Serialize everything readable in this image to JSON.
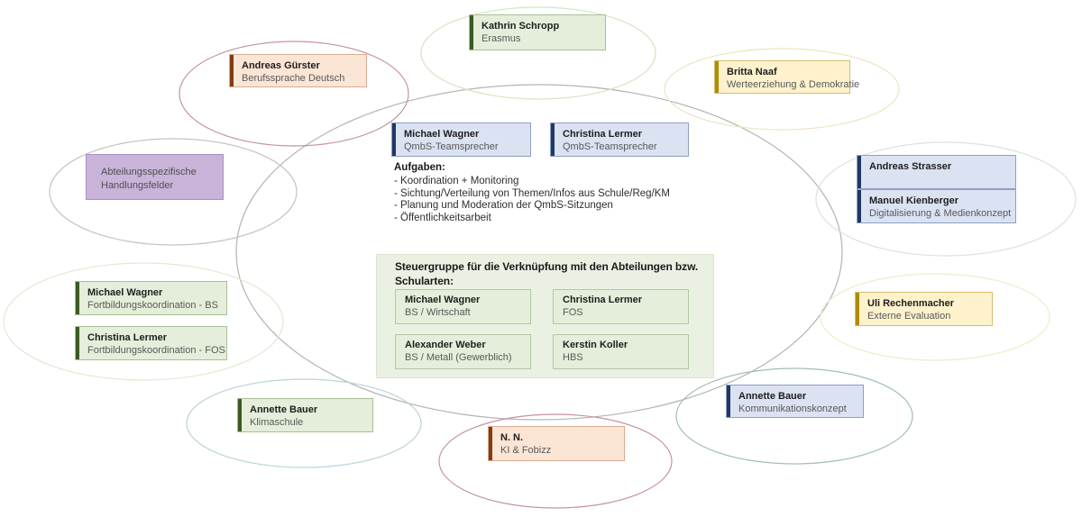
{
  "palette": {
    "boxes": {
      "green_fill": "#e4eeda",
      "green_bar": "#3a5b22",
      "green_border": "#a9bf95",
      "blue_fill": "#dbe2f2",
      "blue_bar": "#203864",
      "blue_border": "#8f9fc4",
      "peach_fill": "#fbe5d5",
      "peach_bar": "#843c0c",
      "peach_border": "#d9ab90",
      "yellow_fill": "#fdf2cc",
      "yellow_bar": "#b08a00",
      "yellow_border": "#d5bd6e",
      "purple_fill": "#c9b3d9",
      "purple_border": "#ab8ec6",
      "panel_fill": "#eaf1e3",
      "panel_border": "#d8e4cc",
      "inner_green_border": "#b3c7a1"
    },
    "ellipses": {
      "big": "#b3b3b3",
      "guerster": "#c5949b",
      "schropp": "#d7e4c4",
      "naaf": "#ece4c2",
      "abteilung": "#c3c3c3",
      "strasser": "#d9e3db",
      "fortbildung": "#e1ead1",
      "uli": "#f2ebc9",
      "klimaschule": "#bad3da",
      "nn": "#c5949b",
      "kommunikation": "#a3bcbe"
    }
  },
  "center": {
    "speakers": [
      {
        "name": "Michael Wagner",
        "role": "QmbS-Teamsprecher"
      },
      {
        "name": "Christina Lermer",
        "role": "QmbS-Teamsprecher"
      }
    ],
    "tasks_title": "Aufgaben:",
    "tasks": [
      "- Koordination + Monitoring",
      "- Sichtung/Verteilung von Themen/Infos aus Schule/Reg/KM",
      "- Planung und Moderation der QmbS-Sitzungen",
      "- Öffentlichkeitsarbeit"
    ],
    "steering": {
      "title": "Steuergruppe für die Verknüpfung mit den Abteilungen bzw. Schularten:",
      "members": [
        {
          "name": "Michael Wagner",
          "role": "BS / Wirtschaft"
        },
        {
          "name": "Christina Lermer",
          "role": "FOS"
        },
        {
          "name": "Alexander Weber",
          "role": "BS / Metall (Gewerblich)"
        },
        {
          "name": "Kerstin Koller",
          "role": "HBS"
        }
      ]
    }
  },
  "satellites": {
    "kathrin_schropp": {
      "name": "Kathrin Schropp",
      "role": "Erasmus"
    },
    "andreas_guerster": {
      "name": "Andreas Gürster",
      "role": "Berufssprache Deutsch"
    },
    "britta_naaf": {
      "name": "Britta Naaf",
      "role": "Werteerziehung & Demokratie"
    },
    "abteilungsspezifisch": {
      "label": "Abteilungsspezifische Handlungsfelder"
    },
    "andreas_strasser": {
      "name": "Andreas Strasser"
    },
    "manuel_kienberger": {
      "name": "Manuel Kienberger",
      "role": "Digitalisierung & Medienkonzept"
    },
    "michael_wagner_fortbildung": {
      "name": "Michael Wagner",
      "role": "Fortbildungskoordination - BS"
    },
    "christina_lermer_fortbildung": {
      "name": "Christina Lermer",
      "role": "Fortbildungskoordination - FOS"
    },
    "uli_rechenmacher": {
      "name": "Uli Rechenmacher",
      "role": "Externe Evaluation"
    },
    "annette_bauer_klimaschule": {
      "name": "Annette Bauer",
      "role": "Klimaschule"
    },
    "nn": {
      "name": "N. N.",
      "role": "KI & Fobizz"
    },
    "annette_bauer_kommunikation": {
      "name": "Annette Bauer",
      "role": "Kommunikationskonzept"
    }
  }
}
